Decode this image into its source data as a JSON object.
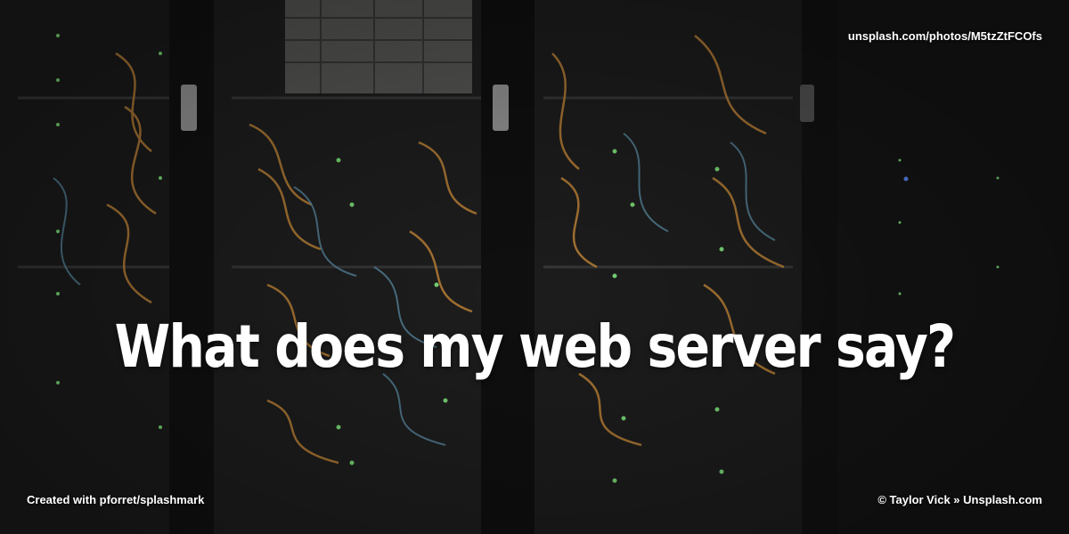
{
  "image": {
    "subject": "server racks with network cables",
    "colors": {
      "background": "#161616",
      "cable_orange": "#c98a3a",
      "cable_blue": "#5d8fa8",
      "led_green": "#7ee07a",
      "headline": "#ffffff"
    }
  },
  "headline": "What does my web server say?",
  "photo_link": "unsplash.com/photos/M5tzZtFCOfs",
  "tool_credit": "Created with pforret/splashmark",
  "photo_credit": "© Taylor Vick » Unsplash.com"
}
